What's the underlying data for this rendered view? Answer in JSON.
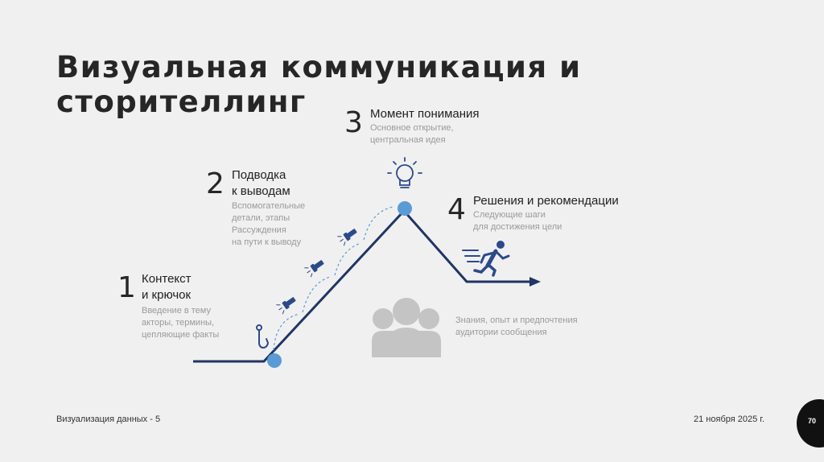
{
  "slide": {
    "title": "Визуальная коммуникация и сторителлинг",
    "footer_left": "Визуализация данных - 5",
    "footer_date": "21 ноября 2025 г.",
    "page_number": "70"
  },
  "steps": [
    {
      "number": "1",
      "heading": [
        "Контекст",
        "и крючок"
      ],
      "description": [
        "Введение в тему",
        "акторы, термины,",
        "цепляющие факты"
      ]
    },
    {
      "number": "2",
      "heading": [
        "Подводка",
        "к выводам"
      ],
      "description": [
        "Вспомогательные",
        "детали, этапы",
        "Рассуждения",
        "на пути к выводу"
      ]
    },
    {
      "number": "3",
      "heading": [
        "Момент понимания"
      ],
      "description": [
        "Основное открытие,",
        "центральная идея"
      ]
    },
    {
      "number": "4",
      "heading": [
        "Решения и рекомендации"
      ],
      "description": [
        "Следующие шаги",
        "для достижения цели"
      ]
    }
  ],
  "audience_note": [
    "Знания, опыт и предпочтения",
    "аудитории сообщения"
  ],
  "icons": [
    "fishhook-icon",
    "flashlight-icon",
    "lightbulb-icon",
    "running-person-icon",
    "audience-group-icon",
    "arrow-head-icon"
  ],
  "colors": {
    "path": "#1f3564",
    "node": "#5b9bd5",
    "icon_blue": "#2b4a8b",
    "audience_gray": "#c4c4c4",
    "text_muted": "#9a9a9a"
  }
}
